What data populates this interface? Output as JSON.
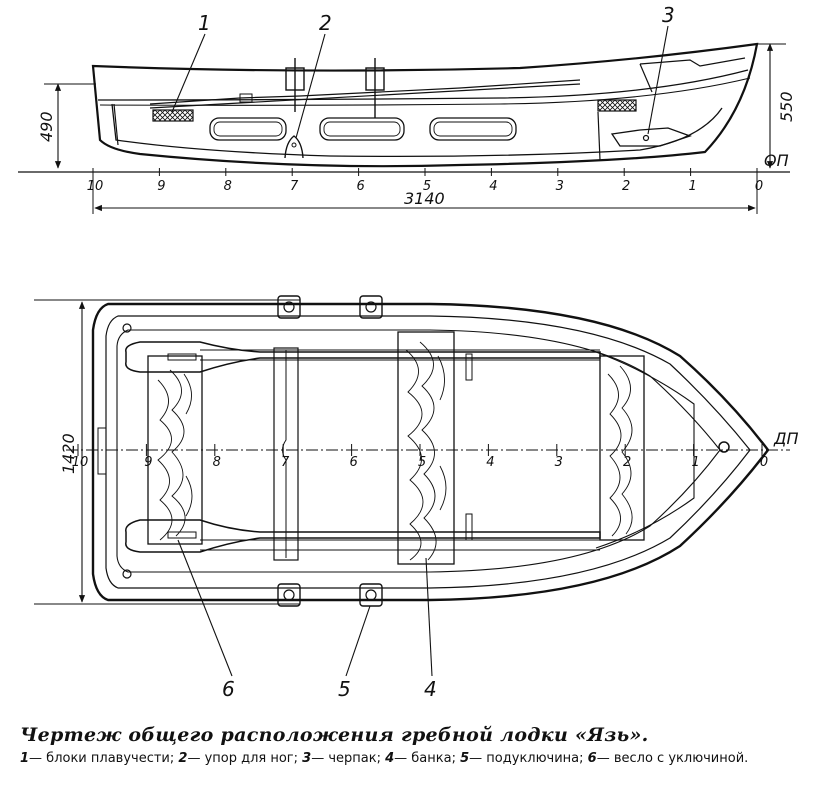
{
  "drawing": {
    "side_view": {
      "callouts": [
        "1",
        "2",
        "3"
      ],
      "height_left": "490",
      "height_right": "550",
      "baseline_label": "ОП",
      "length": "3140",
      "stations": [
        "10",
        "9",
        "8",
        "7",
        "6",
        "5",
        "4",
        "3",
        "2",
        "1",
        "0"
      ]
    },
    "plan_view": {
      "width": "1420",
      "centerline_label": "ДП",
      "stations": [
        "10",
        "9",
        "8",
        "7",
        "6",
        "5",
        "4",
        "3",
        "2",
        "1",
        "0"
      ],
      "callouts": [
        "6",
        "5",
        "4"
      ]
    }
  },
  "caption": {
    "title": "Чертеж общего расположения гребной лодки «Язь».",
    "legend": [
      {
        "num": "1",
        "text": "— блоки плавучести;"
      },
      {
        "num": "2",
        "text": "— упор для ног;"
      },
      {
        "num": "3",
        "text": "— черпак;"
      },
      {
        "num": "4",
        "text": "— банка;"
      },
      {
        "num": "5",
        "text": "— подуключина;"
      },
      {
        "num": "6",
        "text": "— весло с уключиной."
      }
    ]
  }
}
